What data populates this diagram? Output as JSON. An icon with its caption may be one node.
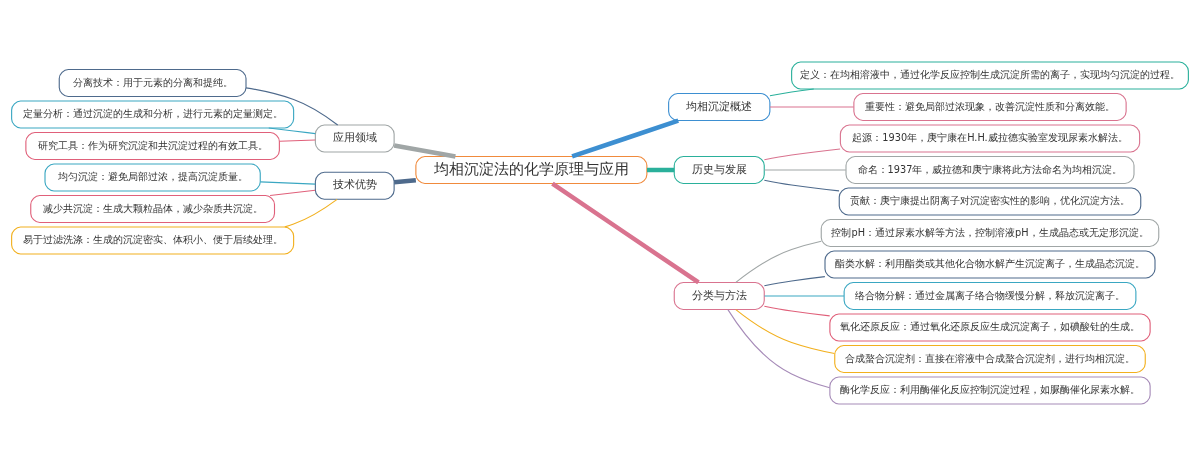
{
  "diagram": {
    "nodes": [
      {
        "text": [
          "均相沉淀法的化学原理与应用"
        ]
      },
      {
        "text": [
          "均相沉淀概述"
        ]
      },
      {
        "text": [
          "定义：在均相溶液中，通过化学反应控制生成沉淀所需的离子，实现均匀沉淀的过程。"
        ]
      },
      {
        "text": [
          "重要性：避免局部过浓现象，改善沉淀性质和分离效能。"
        ]
      },
      {
        "text": [
          "历史与发展"
        ]
      },
      {
        "text": [
          "起源：1930年，庚宁康在H.H.威拉德实验室发现尿素水解法。"
        ]
      },
      {
        "text": [
          "命名：1937年，威拉德和庚宁康将此方法命名为均相沉淀。"
        ]
      },
      {
        "text": [
          "贡献：庚宁康提出阴离子对沉淀密实性的影响，优化沉淀方法。"
        ]
      },
      {
        "text": [
          "分类与方法"
        ]
      },
      {
        "text": [
          "控制pH：通过尿素水解等方法，控制溶液pH，生成晶态或无定形沉淀。"
        ]
      },
      {
        "text": [
          "酯类水解：利用酯类或其他化合物水解产生沉淀离子，生成晶态沉淀。"
        ]
      },
      {
        "text": [
          "络合物分解：通过金属离子络合物缓慢分解，释放沉淀离子。"
        ]
      },
      {
        "text": [
          "氧化还原反应：通过氧化还原反应生成沉淀离子，如碘酸钍的生成。"
        ]
      },
      {
        "text": [
          "合成螯合沉淀剂：直接在溶液中合成螯合沉淀剂，进行均相沉淀。"
        ]
      },
      {
        "text": [
          "酶化学反应：利用酶催化反应控制沉淀过程，如脲酶催化尿素水解。"
        ]
      },
      {
        "text": [
          "应用领域"
        ]
      },
      {
        "text": [
          "分离技术：用于元素的分离和提纯。"
        ]
      },
      {
        "text": [
          "定量分析：通过沉淀的生成和分析，进行元素的定量测定。"
        ]
      },
      {
        "text": [
          "研究工具：作为研究沉淀和共沉淀过程的有效工具。"
        ]
      },
      {
        "text": [
          "技术优势"
        ]
      },
      {
        "text": [
          "均匀沉淀：避免局部过浓，提高沉淀质量。"
        ]
      },
      {
        "text": [
          "减少共沉淀：生成大颗粒晶体，减少杂质共沉淀。"
        ]
      },
      {
        "text": [
          "易于过滤洗涤：生成的沉淀密实、体积小、便于后续处理。"
        ]
      }
    ],
    "edges": [
      {
        "from": 0,
        "to": 1,
        "arrow": "none",
        "style": "thick",
        "color": "#3d8fd1"
      },
      {
        "from": 1,
        "to": 2,
        "arrow": "none",
        "color": "#2ab09b"
      },
      {
        "from": 1,
        "to": 3,
        "arrow": "none",
        "color": "#d9738f"
      },
      {
        "from": 0,
        "to": 4,
        "arrow": "none",
        "style": "thick",
        "color": "#2ab09b"
      },
      {
        "from": 4,
        "to": 5,
        "arrow": "none",
        "color": "#d9738f"
      },
      {
        "from": 4,
        "to": 6,
        "arrow": "none",
        "color": "#a0a6a6"
      },
      {
        "from": 4,
        "to": 7,
        "arrow": "none",
        "color": "#4e6a8c"
      },
      {
        "from": 0,
        "to": 8,
        "arrow": "none",
        "style": "thick",
        "color": "#d9738f"
      },
      {
        "from": 8,
        "to": 9,
        "arrow": "none",
        "color": "#a0a6a6"
      },
      {
        "from": 8,
        "to": 10,
        "arrow": "none",
        "color": "#4e6a8c"
      },
      {
        "from": 8,
        "to": 11,
        "arrow": "none",
        "color": "#3aa7c2"
      },
      {
        "from": 8,
        "to": 12,
        "arrow": "none",
        "color": "#e0607a"
      },
      {
        "from": 8,
        "to": 13,
        "arrow": "none",
        "color": "#f2b01e"
      },
      {
        "from": 8,
        "to": 14,
        "arrow": "none",
        "color": "#a68bb8"
      },
      {
        "from": 0,
        "to": 15,
        "arrow": "none",
        "style": "thick",
        "color": "#a0a6a6"
      },
      {
        "from": 15,
        "to": 16,
        "arrow": "none",
        "color": "#4e6a8c"
      },
      {
        "from": 15,
        "to": 17,
        "arrow": "none",
        "color": "#3aa7c2"
      },
      {
        "from": 15,
        "to": 18,
        "arrow": "none",
        "color": "#e0607a"
      },
      {
        "from": 0,
        "to": 19,
        "arrow": "none",
        "style": "thick",
        "color": "#4e6a8c"
      },
      {
        "from": 19,
        "to": 20,
        "arrow": "none",
        "color": "#3aa7c2"
      },
      {
        "from": 19,
        "to": 21,
        "arrow": "none",
        "color": "#e0607a"
      },
      {
        "from": 19,
        "to": 22,
        "arrow": "none",
        "color": "#f2b01e"
      }
    ]
  }
}
